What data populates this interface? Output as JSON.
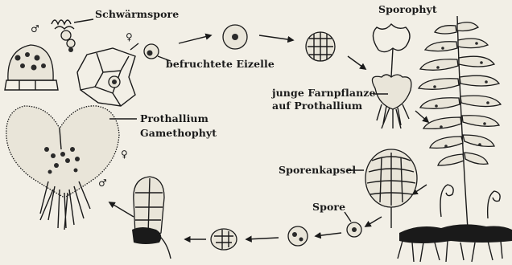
{
  "labels": {
    "schwaermspore": "Schwärmspore",
    "befruchtete_eizelle": "befruchtete Eizelle",
    "sporophyt": "Sporophyt",
    "junge_farnpflanze_1": "junge Farnpflanze",
    "junge_farnpflanze_2": "auf Prothallium",
    "prothallium": "Prothallium",
    "gametophyt": "Gamethophyt",
    "sporenkapsel": "Sporenkapsel",
    "spore": "Spore"
  },
  "symbols": {
    "male": "♂",
    "female": "♀"
  },
  "colors": {
    "ink": "#1a1a1a",
    "paper": "#f2efe6"
  }
}
